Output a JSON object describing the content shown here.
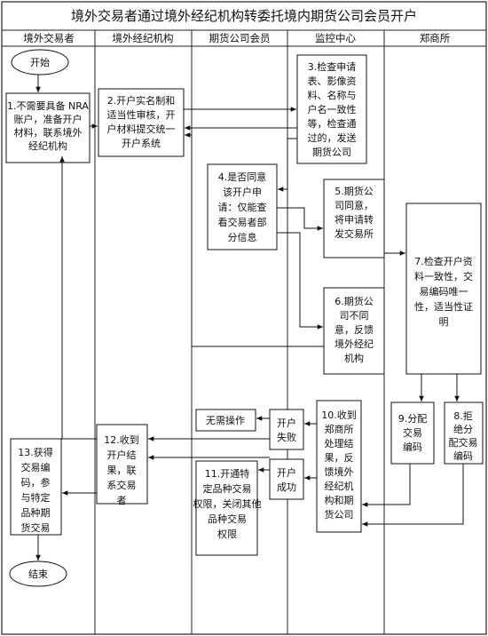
{
  "title": "境外交易者通过境外经纪机构转委托境内期货公司会员开户",
  "lanes": [
    "境外交易者",
    "境外经纪机构",
    "期货公司会员",
    "监控中心",
    "郑商所"
  ],
  "nodes": {
    "start": "开始",
    "end": "结束",
    "n1": [
      "1.不需要具备 NRA",
      "账户，准备开户",
      "材料，联系境外",
      "经纪机构"
    ],
    "n2": [
      "2.开户实名制和",
      "适当性审核，开",
      "户材料提交统一",
      "开户系统"
    ],
    "n3": [
      "3.检查申请",
      "表、影像资",
      "料、名称与",
      "户名一致性",
      "等，检查通",
      "过的，发送",
      "期货公司"
    ],
    "n4": [
      "4.是否同意",
      "该开户申",
      "请：仅能查",
      "看交易者部",
      "分信息"
    ],
    "n5": [
      "5.期货公",
      "司同意，",
      "将申请转",
      "发交易所"
    ],
    "n6": [
      "6.期货公",
      "司不同",
      "意，反馈",
      "境外经纪",
      "机构"
    ],
    "n7": [
      "7.检查开户资",
      "料一致性，交",
      "易编码唯一",
      "性，适当性证",
      "明"
    ],
    "n8": [
      "8.拒",
      "绝分",
      "配交易",
      "编码"
    ],
    "n9": [
      "9.分配",
      "交易",
      "编码"
    ],
    "n10": [
      "10.收到",
      "郑商所",
      "处理结",
      "果，反",
      "馈境外",
      "经纪机",
      "构和期",
      "货公司"
    ],
    "fail": [
      "开户",
      "失败"
    ],
    "success": [
      "开户",
      "成功"
    ],
    "noop": [
      "无需操作"
    ],
    "n11": [
      "11.开通特",
      "定品种交易",
      "权限，关闭其他",
      "品种交易",
      "权限"
    ],
    "n12": [
      "12.收到",
      "开户结",
      "果，联",
      "系交易",
      "者"
    ],
    "n13": [
      "13.获得",
      "交易编",
      "码，参",
      "与特定",
      "品种期",
      "货交易"
    ]
  }
}
